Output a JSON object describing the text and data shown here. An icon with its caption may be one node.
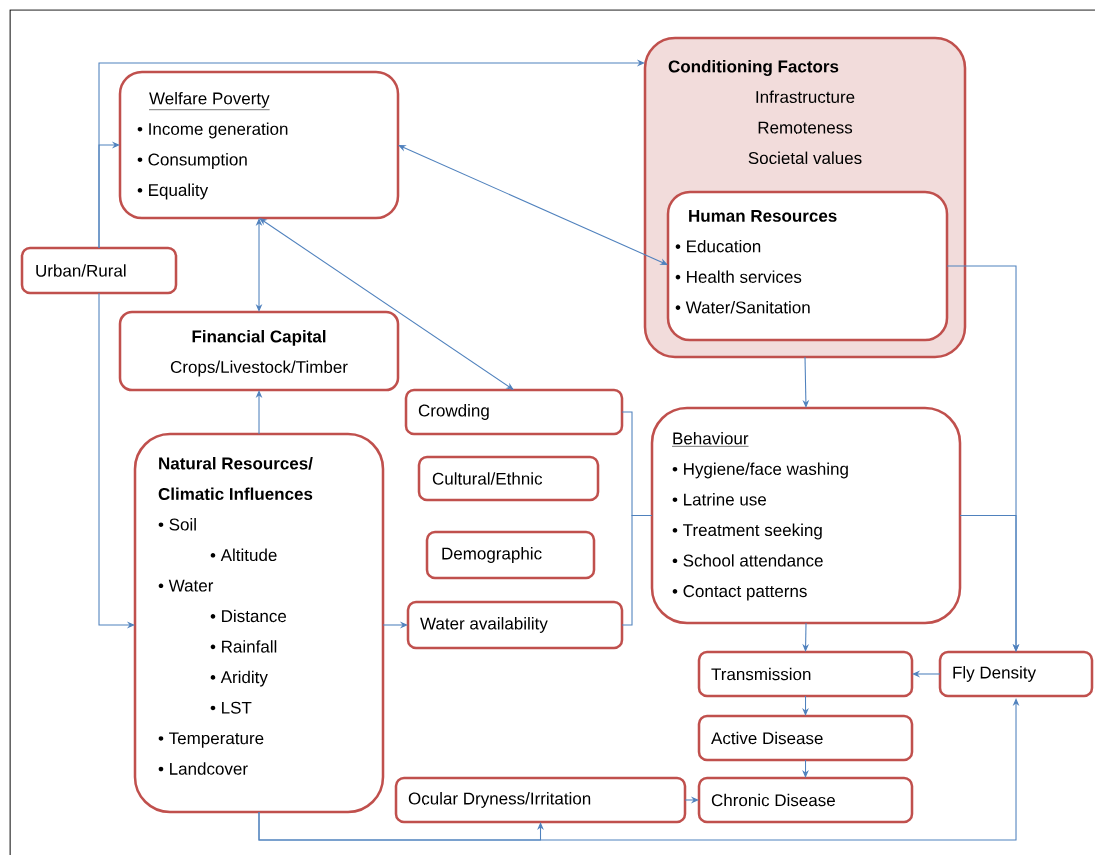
{
  "diagram": {
    "nodes": [
      {
        "text": [
          "Welfare Poverty",
          "• Income generation",
          "• Consumption",
          "• Equality"
        ]
      },
      {
        "text": [
          "Conditioning Factors",
          "Infrastructure",
          "Remoteness",
          "Societal values"
        ]
      },
      {
        "text": [
          "Human Resources",
          "• Education",
          "• Health services",
          "• Water/Sanitation"
        ],
        "in": 1
      },
      {
        "text": [
          "Urban/Rural"
        ]
      },
      {
        "text": [
          "Financial Capital",
          "Crops/Livestock/Timber"
        ]
      },
      {
        "text": [
          "Crowding"
        ]
      },
      {
        "text": [
          "Natural Resources/ Climatic Influences",
          "• Soil",
          "• Altitude",
          "• Water",
          "• Distance",
          "• Rainfall",
          "• Aridity",
          "• LST",
          "• Temperature",
          "• Landcover"
        ]
      },
      {
        "text": [
          "Cultural/Ethnic"
        ]
      },
      {
        "text": [
          "Behaviour",
          "• Hygiene/face washing",
          "• Latrine use",
          "• Treatment seeking",
          "• School attendance",
          "• Contact patterns"
        ]
      },
      {
        "text": [
          "Demographic"
        ]
      },
      {
        "text": [
          "Water availability"
        ]
      },
      {
        "text": [
          "Transmission"
        ]
      },
      {
        "text": [
          "Fly Density"
        ]
      },
      {
        "text": [
          "Active Disease"
        ]
      },
      {
        "text": [
          "Ocular Dryness/Irritation"
        ]
      },
      {
        "text": [
          "Chronic Disease"
        ]
      }
    ],
    "edges": [
      {
        "from": 3,
        "to": 1,
        "arrow": "to"
      },
      {
        "from": 3,
        "to": 0,
        "arrow": "to"
      },
      {
        "from": 3,
        "to": 6,
        "arrow": "to"
      },
      {
        "from": 0,
        "to": 2,
        "arrow": "both"
      },
      {
        "from": 0,
        "to": 4,
        "arrow": "both"
      },
      {
        "from": 0,
        "to": 5,
        "arrow": "both"
      },
      {
        "from": 6,
        "to": 4,
        "arrow": "to"
      },
      {
        "from": 6,
        "to": 10,
        "arrow": "to"
      },
      {
        "from": 1,
        "to": 8,
        "arrow": "to"
      },
      {
        "from": 2,
        "to": 12,
        "arrow": "to"
      },
      {
        "from": 8,
        "to": 12,
        "arrow": "to"
      },
      {
        "from": 5,
        "to": 8,
        "arrow": "none"
      },
      {
        "from": 10,
        "to": 8,
        "arrow": "none"
      },
      {
        "from": 8,
        "to": 11,
        "arrow": "to"
      },
      {
        "from": 12,
        "to": 11,
        "arrow": "to"
      },
      {
        "from": 11,
        "to": 13,
        "arrow": "to"
      },
      {
        "from": 13,
        "to": 15,
        "arrow": "to"
      },
      {
        "from": 14,
        "to": 15,
        "arrow": "to"
      },
      {
        "from": 6,
        "to": 12,
        "arrow": "to"
      },
      {
        "from": 6,
        "to": 14,
        "arrow": "to"
      }
    ]
  }
}
